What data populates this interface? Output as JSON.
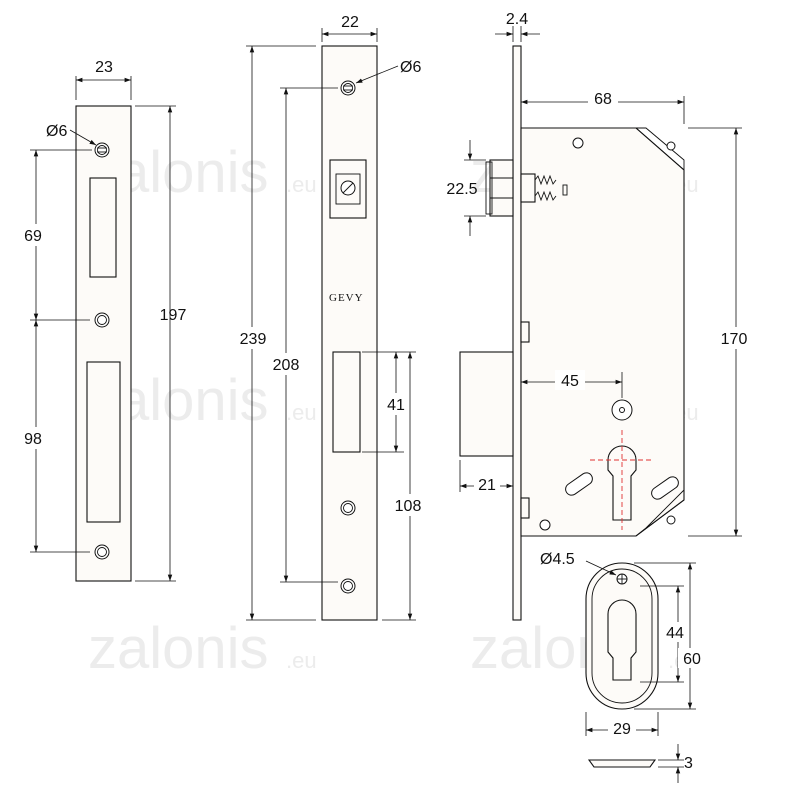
{
  "watermark": {
    "main": "zalonis",
    "suffix": ".eu"
  },
  "brand_mark": "GEVY",
  "faceplate_strike": {
    "width": "23",
    "height": "197",
    "hole_dia": "Ø6",
    "upper_spacing": "69",
    "lower_spacing": "98"
  },
  "faceplate_lock": {
    "width": "22",
    "height": "239",
    "screw_spacing": "208",
    "hole_dia": "Ø6",
    "bolt_window": "41",
    "lower_offset": "108"
  },
  "lock_body": {
    "plate_thickness": "2.4",
    "depth": "68",
    "latch_height": "22.5",
    "body_height": "170",
    "backset": "45",
    "bolt_throw": "21"
  },
  "escutcheon": {
    "hole_dia": "Ø4.5",
    "cylinder_height": "44",
    "height": "60",
    "width": "29",
    "thickness": "3"
  },
  "colors": {
    "line": "#111111",
    "centerline": "#e03030",
    "watermark": "#ececec"
  }
}
